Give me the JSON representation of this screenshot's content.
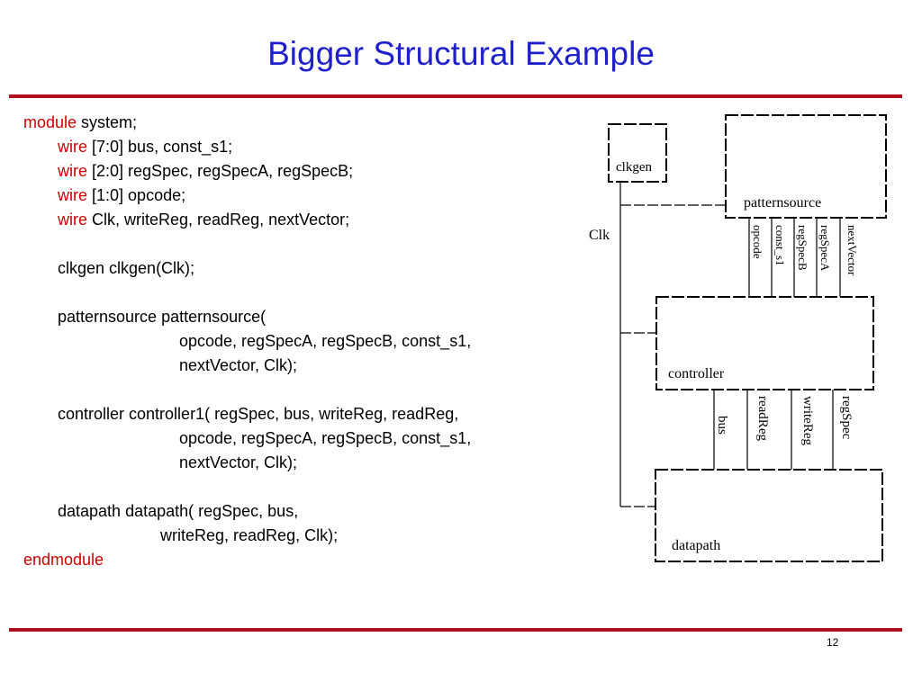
{
  "slide": {
    "title": "Bigger Structural Example",
    "page_number": "12"
  },
  "code": {
    "l1_kw": "module",
    "l1_rest": " system;",
    "l2_kw": "wire",
    "l2_rest": " [7:0] bus, const_s1;",
    "l3_kw": "wire",
    "l3_rest": " [2:0] regSpec, regSpecA, regSpecB;",
    "l4_kw": "wire",
    "l4_rest": " [1:0] opcode;",
    "l5_kw": "wire",
    "l5_rest": " Clk, writeReg, readReg, nextVector;",
    "l6": "clkgen clkgen(Clk);",
    "l7": "patternsource patternsource(",
    "l8": "opcode, regSpecA, regSpecB, const_s1,",
    "l9": "nextVector, Clk);",
    "l10": "controller controller1( regSpec, bus, writeReg, readReg,",
    "l11": "opcode, regSpecA, regSpecB, const_s1,",
    "l12": "nextVector, Clk);",
    "l13": "datapath datapath( regSpec, bus,",
    "l14": "writeReg, readReg, Clk);",
    "l15_kw": "endmodule"
  },
  "diagram": {
    "blocks": {
      "clkgen": "clkgen",
      "patternsource": "patternsource",
      "controller": "controller",
      "datapath": "datapath"
    },
    "clk_label": "Clk",
    "ps_to_ctrl_signals": [
      "opcode",
      "const_s1",
      "regSpecB",
      "regSpecA",
      "nextVector"
    ],
    "ctrl_to_dp_signals": [
      "bus",
      "readReg",
      "writeReg",
      "regSpec"
    ]
  }
}
